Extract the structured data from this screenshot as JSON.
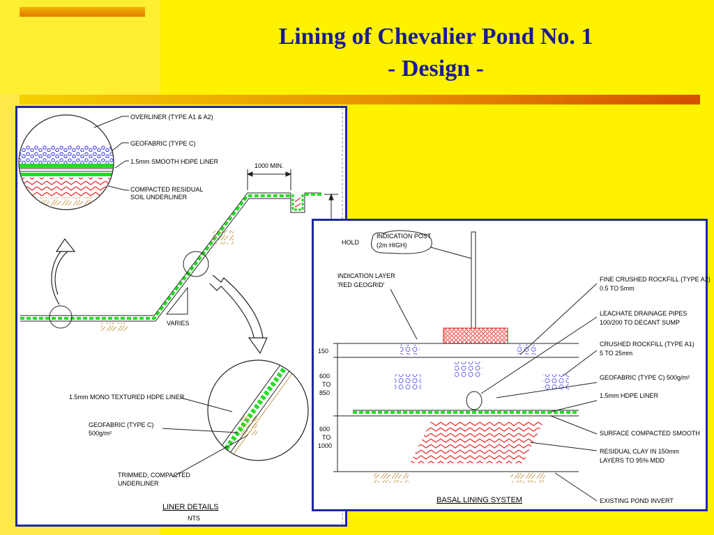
{
  "title": {
    "line1": "Lining of Chevalier Pond No. 1",
    "line2": "- Design -"
  },
  "colors": {
    "background": "#fff200",
    "title_text": "#1a1a9a",
    "panel_border": "#1c2aa0",
    "liner_green": "#22dd22",
    "geofabric_red": "#ee2222",
    "rockfill_blue": "#2222ee"
  },
  "liner_details": {
    "caption": "LINER DETAILS",
    "scale": "NTS",
    "labels": {
      "overliner": "OVERLINER (TYPE A1 & A2)",
      "geofabric_c": "GEOFABRIC (TYPE C)",
      "hdpe_smooth": "1.5mm SMOOTH HDPE LINER",
      "compacted_1": "COMPACTED RESIDUAL",
      "compacted_2": "SOIL UNDERLINER",
      "min_width": "1000 MIN.",
      "varies": "VARIES",
      "mono_textured": "1.5mm MONO TEXTURED HDPE LINER",
      "geofabric_c2_1": "GEOFABRIC (TYPE C)",
      "geofabric_c2_2": "500g/m²",
      "trimmed_1": "TRIMMED, COMPACTED",
      "trimmed_2": "UNDERLINER"
    }
  },
  "basal_lining": {
    "caption": "BASAL LINING SYSTEM",
    "labels": {
      "hold": "HOLD",
      "post_1": "INDICATION POST",
      "post_2": "(2m HIGH)",
      "ind_layer_1": "INDICATION LAYER",
      "ind_layer_2": "'RED GEOGRID'",
      "fine_1": "FINE CRUSHED ROCKFILL (TYPE A2)",
      "fine_2": "0.5 TO 5mm",
      "pipes_1": "LEACHATE DRAINAGE PIPES",
      "pipes_2": "100/200 TO DECANT SUMP",
      "crushed_1": "CRUSHED ROCKFILL (TYPE A1)",
      "crushed_2": "5 TO 25mm",
      "geofabric": "GEOFABRIC (TYPE C) 500g/m²",
      "hdpe": "1.5mm HDPE LINER",
      "surface": "SURFACE COMPACTED SMOOTH",
      "clay_1": "RESIDUAL CLAY IN 150mm",
      "clay_2": "LAYERS TO 95% MDD",
      "invert": "EXISTING POND INVERT"
    },
    "dimensions": {
      "d150": "150",
      "d600a_1": "600",
      "d600a_2": "TO",
      "d600a_3": "850",
      "d600b_1": "600",
      "d600b_2": "TO",
      "d600b_3": "1000"
    }
  }
}
